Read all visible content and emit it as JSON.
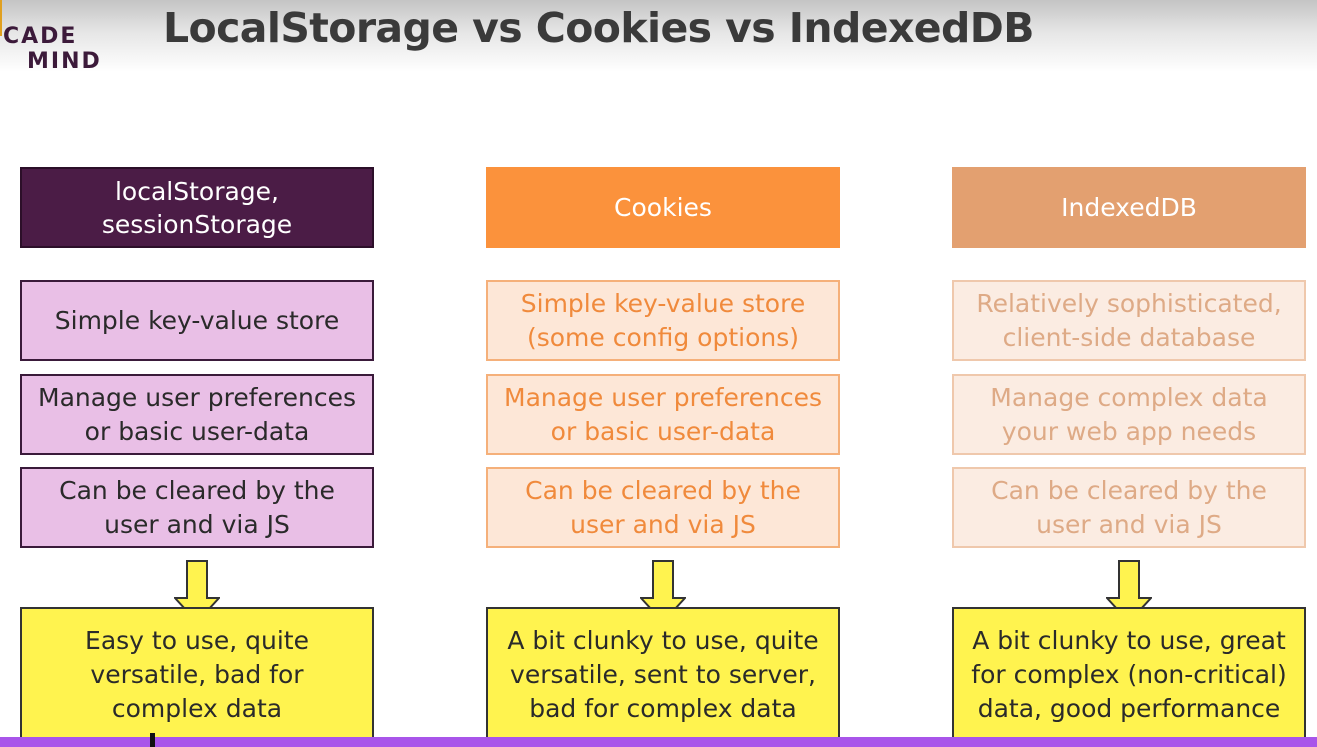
{
  "logo": {
    "line1": "CADE",
    "line2": "MIND"
  },
  "slide": {
    "title": "LocalStorage vs Cookies vs IndexedDB"
  },
  "columns": [
    {
      "header": [
        "localStorage,",
        "sessionStorage"
      ],
      "features": [
        [
          "Simple key-value store"
        ],
        [
          "Manage user preferences",
          "or basic user-data"
        ],
        [
          "Can be cleared by the",
          "user and via JS"
        ]
      ],
      "verdict": [
        "Easy to use, quite",
        "versatile, bad for",
        "complex data"
      ]
    },
    {
      "header": [
        "Cookies"
      ],
      "features": [
        [
          "Simple key-value store",
          "(some config options)"
        ],
        [
          "Manage user preferences",
          "or basic user-data"
        ],
        [
          "Can be cleared by the",
          "user and via JS"
        ]
      ],
      "verdict": [
        "A bit clunky to use, quite",
        "versatile, sent to server,",
        "bad for complex data"
      ]
    },
    {
      "header": [
        "IndexedDB"
      ],
      "features": [
        [
          "Relatively sophisticated,",
          "client-side database"
        ],
        [
          "Manage complex data",
          "your web app needs"
        ],
        [
          "Can be cleared by the",
          "user and via JS"
        ]
      ],
      "verdict": [
        "A bit clunky to use, great",
        "for complex (non-critical)",
        "data, good performance"
      ]
    }
  ],
  "colors": {
    "local_header": "#4b1c46",
    "local_feature_bg": "#e9bfe6",
    "cookies_header": "#fb923c",
    "indexeddb_header": "#e3a070",
    "verdict_bg": "#fff34f",
    "progress_bar": "#a855ea"
  }
}
